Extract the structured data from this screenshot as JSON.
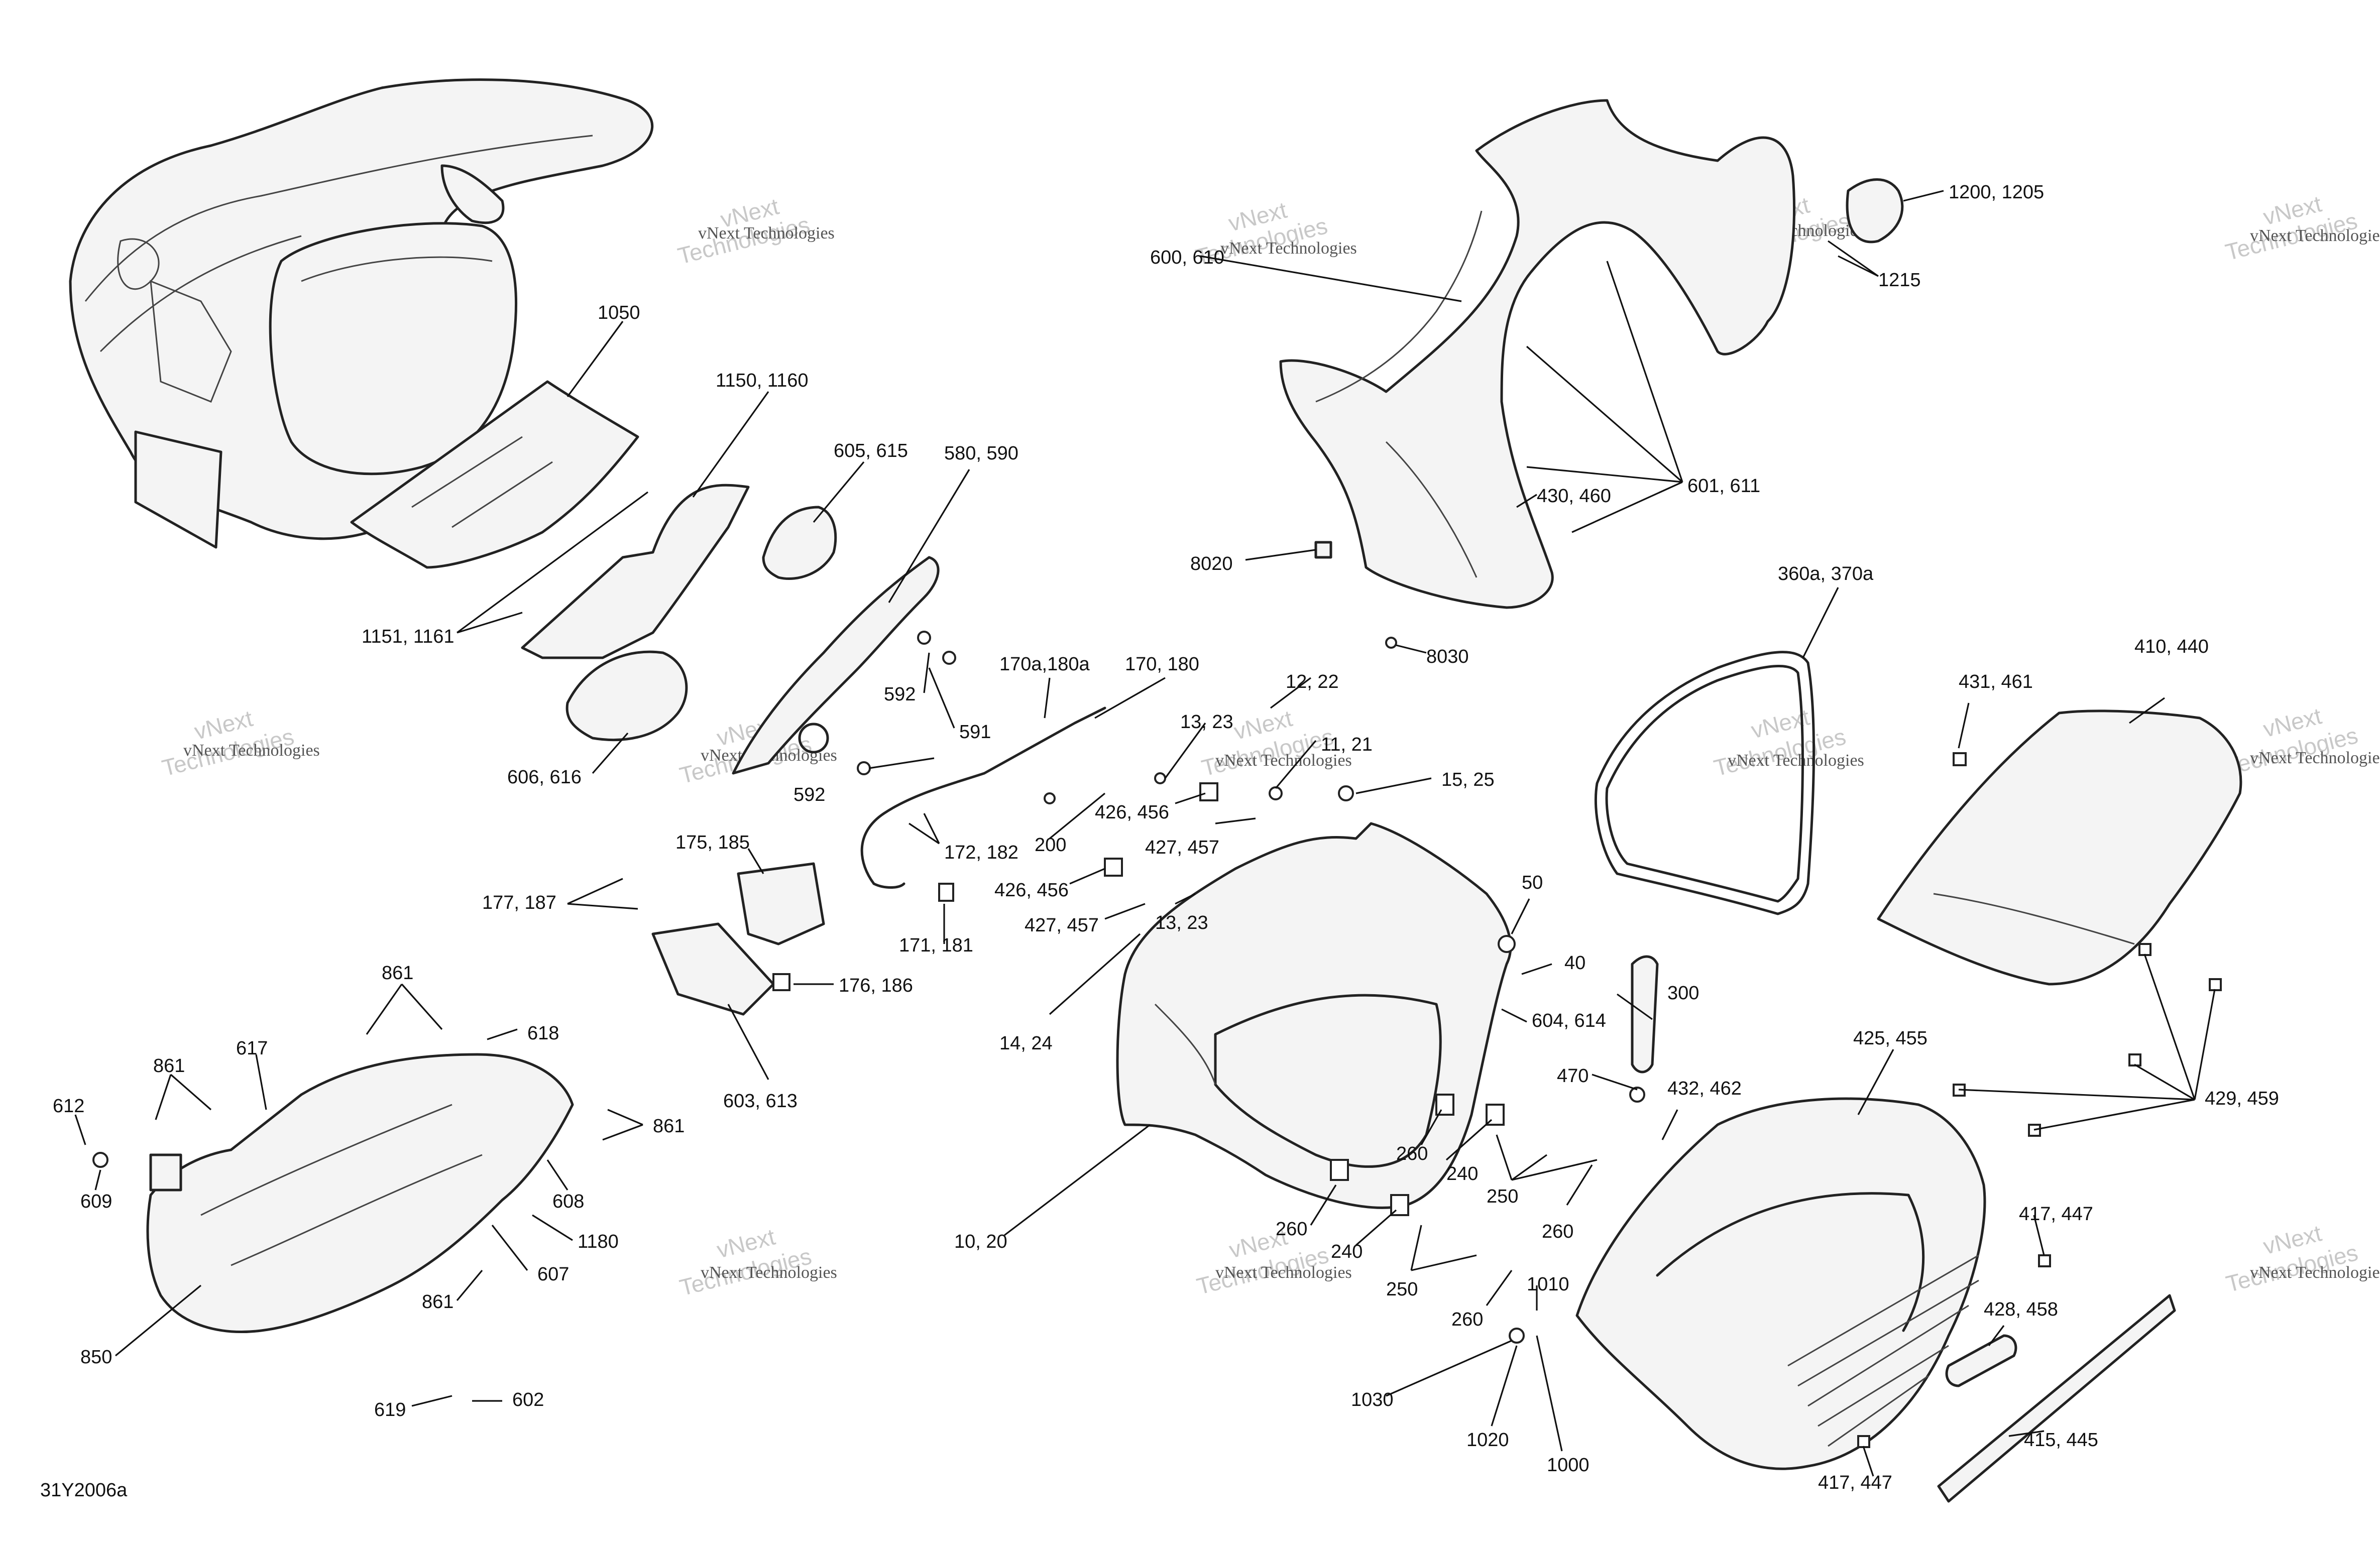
{
  "watermark": {
    "brand": "vNext",
    "company": "Technologies",
    "line": "vNext Technologies"
  },
  "diagram_id": "31Y2006a",
  "callouts": [
    {
      "id": "c1050",
      "text": "1050"
    },
    {
      "id": "c1150",
      "text": "1150, 1160"
    },
    {
      "id": "c605",
      "text": "605, 615"
    },
    {
      "id": "c580",
      "text": "580, 590"
    },
    {
      "id": "c1151",
      "text": "1151, 1161"
    },
    {
      "id": "c592a",
      "text": "592"
    },
    {
      "id": "c591",
      "text": "591"
    },
    {
      "id": "c592b",
      "text": "592"
    },
    {
      "id": "c606",
      "text": "606, 616"
    },
    {
      "id": "c170a",
      "text": "170a,180a"
    },
    {
      "id": "c170",
      "text": "170, 180"
    },
    {
      "id": "c175",
      "text": "175, 185"
    },
    {
      "id": "c172",
      "text": "172, 182"
    },
    {
      "id": "c200",
      "text": "200"
    },
    {
      "id": "c177",
      "text": "177, 187"
    },
    {
      "id": "c171",
      "text": "171, 181"
    },
    {
      "id": "c176",
      "text": "176, 186"
    },
    {
      "id": "c603",
      "text": "603, 613"
    },
    {
      "id": "c600",
      "text": "600, 610"
    },
    {
      "id": "c1200",
      "text": "1200, 1205"
    },
    {
      "id": "c1215",
      "text": "1215"
    },
    {
      "id": "c430",
      "text": "430, 460"
    },
    {
      "id": "c601",
      "text": "601, 611"
    },
    {
      "id": "c8020",
      "text": "8020"
    },
    {
      "id": "c8030",
      "text": "8030"
    },
    {
      "id": "c12",
      "text": "12, 22"
    },
    {
      "id": "c13a",
      "text": "13, 23"
    },
    {
      "id": "c11",
      "text": "11, 21"
    },
    {
      "id": "c15",
      "text": "15, 25"
    },
    {
      "id": "c426a",
      "text": "426, 456"
    },
    {
      "id": "c427a",
      "text": "427, 457"
    },
    {
      "id": "c426b",
      "text": "426, 456"
    },
    {
      "id": "c427b",
      "text": "427, 457"
    },
    {
      "id": "c13b",
      "text": "13, 23"
    },
    {
      "id": "c14",
      "text": "14, 24"
    },
    {
      "id": "c50",
      "text": "50"
    },
    {
      "id": "c40",
      "text": "40"
    },
    {
      "id": "c604",
      "text": "604, 614"
    },
    {
      "id": "c300",
      "text": "300"
    },
    {
      "id": "c470",
      "text": "470"
    },
    {
      "id": "c360",
      "text": "360a, 370a"
    },
    {
      "id": "c431",
      "text": "431, 461"
    },
    {
      "id": "c410",
      "text": "410, 440"
    },
    {
      "id": "c425",
      "text": "425, 455"
    },
    {
      "id": "c432",
      "text": "432, 462"
    },
    {
      "id": "c429",
      "text": "429, 459"
    },
    {
      "id": "c260a",
      "text": "260"
    },
    {
      "id": "c240a",
      "text": "240"
    },
    {
      "id": "c250a",
      "text": "250"
    },
    {
      "id": "c260b",
      "text": "260"
    },
    {
      "id": "c260c",
      "text": "260"
    },
    {
      "id": "c240b",
      "text": "240"
    },
    {
      "id": "c250b",
      "text": "250"
    },
    {
      "id": "c260d",
      "text": "260"
    },
    {
      "id": "c10",
      "text": "10, 20"
    },
    {
      "id": "c1010",
      "text": "1010"
    },
    {
      "id": "c1030",
      "text": "1030"
    },
    {
      "id": "c1020",
      "text": "1020"
    },
    {
      "id": "c1000",
      "text": "1000"
    },
    {
      "id": "c417a",
      "text": "417, 447"
    },
    {
      "id": "c428",
      "text": "428, 458"
    },
    {
      "id": "c415",
      "text": "415, 445"
    },
    {
      "id": "c417b",
      "text": "417, 447"
    },
    {
      "id": "c861a",
      "text": "861"
    },
    {
      "id": "c618",
      "text": "618"
    },
    {
      "id": "c617",
      "text": "617"
    },
    {
      "id": "c861b",
      "text": "861"
    },
    {
      "id": "c612",
      "text": "612"
    },
    {
      "id": "c861c",
      "text": "861"
    },
    {
      "id": "c609",
      "text": "609"
    },
    {
      "id": "c608",
      "text": "608"
    },
    {
      "id": "c1180",
      "text": "1180"
    },
    {
      "id": "c607",
      "text": "607"
    },
    {
      "id": "c861d",
      "text": "861"
    },
    {
      "id": "c850",
      "text": "850"
    },
    {
      "id": "c619",
      "text": "619"
    },
    {
      "id": "c602",
      "text": "602"
    }
  ]
}
